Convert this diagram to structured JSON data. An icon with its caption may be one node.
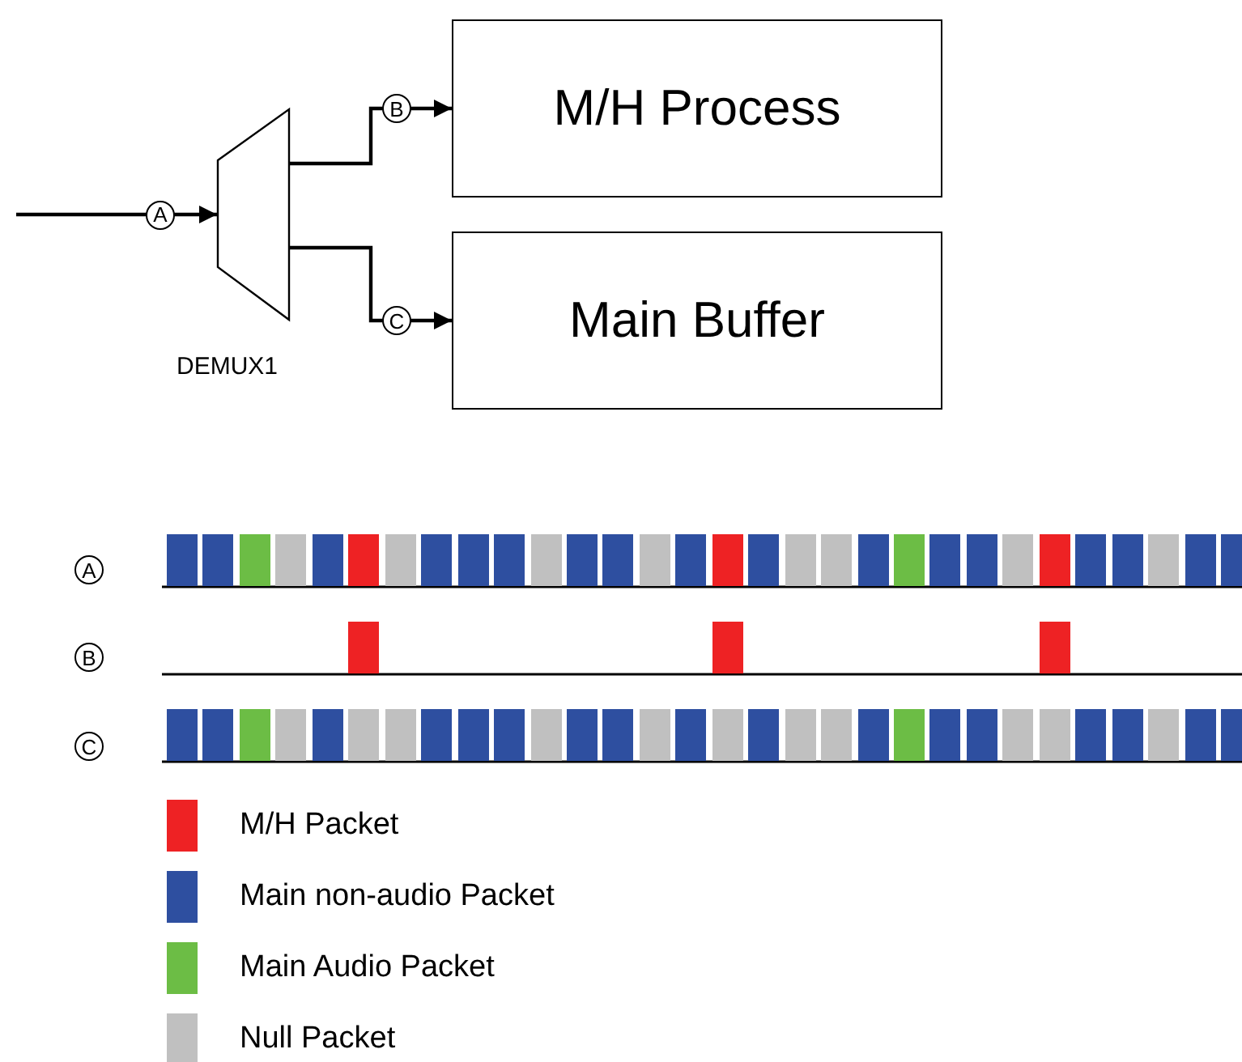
{
  "diagram": {
    "nodes": [
      {
        "text": [],
        "shape": "trapezoid",
        "beside": [
          "DEMUX1"
        ]
      },
      {
        "text": [
          "M/H Process"
        ]
      },
      {
        "text": [
          "Main Buffer"
        ]
      },
      {
        "text": [],
        "shape": "bar"
      },
      {
        "text": [],
        "shape": "bar"
      },
      {
        "text": [],
        "shape": "bar"
      },
      {
        "text": [],
        "shape": "bar"
      },
      {
        "text": [],
        "shape": "bar"
      },
      {
        "text": [],
        "shape": "bar"
      },
      {
        "text": [],
        "shape": "bar"
      },
      {
        "text": [],
        "shape": "bar"
      },
      {
        "text": [],
        "shape": "bar"
      },
      {
        "text": [],
        "shape": "bar"
      },
      {
        "text": [],
        "shape": "bar"
      },
      {
        "text": [],
        "shape": "bar"
      },
      {
        "text": [],
        "shape": "bar"
      },
      {
        "text": [],
        "shape": "bar"
      },
      {
        "text": [],
        "shape": "bar"
      },
      {
        "text": [],
        "shape": "bar"
      },
      {
        "text": [],
        "shape": "bar"
      },
      {
        "text": [],
        "shape": "bar"
      },
      {
        "text": [],
        "shape": "bar"
      },
      {
        "text": [],
        "shape": "bar"
      },
      {
        "text": [],
        "shape": "bar"
      },
      {
        "text": [],
        "shape": "bar"
      },
      {
        "text": [],
        "shape": "bar"
      },
      {
        "text": [],
        "shape": "bar"
      },
      {
        "text": [],
        "shape": "bar"
      },
      {
        "text": [],
        "shape": "bar"
      },
      {
        "text": [],
        "shape": "bar"
      },
      {
        "text": [],
        "shape": "bar"
      },
      {
        "text": [],
        "shape": "bar"
      },
      {
        "text": [],
        "shape": "bar"
      },
      {
        "text": [],
        "shape": "bar"
      },
      {
        "text": [],
        "shape": "bar"
      },
      {
        "text": [],
        "shape": "bar"
      },
      {
        "text": [],
        "shape": "bar"
      },
      {
        "text": [],
        "shape": "bar"
      },
      {
        "text": [],
        "shape": "bar"
      },
      {
        "text": [],
        "shape": "bar"
      },
      {
        "text": [],
        "shape": "bar"
      },
      {
        "text": [],
        "shape": "bar"
      },
      {
        "text": [],
        "shape": "bar"
      },
      {
        "text": [],
        "shape": "bar"
      },
      {
        "text": [],
        "shape": "bar"
      },
      {
        "text": [],
        "shape": "bar"
      },
      {
        "text": [],
        "shape": "bar"
      },
      {
        "text": [],
        "shape": "bar"
      },
      {
        "text": [],
        "shape": "bar"
      },
      {
        "text": [],
        "shape": "bar"
      },
      {
        "text": [],
        "shape": "bar"
      },
      {
        "text": [],
        "shape": "bar"
      },
      {
        "text": [],
        "shape": "bar"
      },
      {
        "text": [],
        "shape": "bar"
      },
      {
        "text": [],
        "shape": "bar"
      },
      {
        "text": [],
        "shape": "bar"
      },
      {
        "text": [],
        "shape": "bar"
      },
      {
        "text": [],
        "shape": "bar"
      },
      {
        "text": [],
        "shape": "bar"
      },
      {
        "text": [],
        "shape": "bar"
      },
      {
        "text": [],
        "shape": "bar"
      },
      {
        "text": [],
        "shape": "bar"
      },
      {
        "text": [],
        "shape": "bar"
      },
      {
        "text": [],
        "shape": "bar"
      },
      {
        "text": [],
        "shape": "bar"
      },
      {
        "text": [],
        "shape": "bar"
      }
    ],
    "edges": [
      {
        "from": null,
        "to": 0,
        "arrow": "to",
        "label": "A"
      },
      {
        "from": 0,
        "to": 1,
        "arrow": "to",
        "label": "B"
      },
      {
        "from": 0,
        "to": 2,
        "arrow": "to",
        "label": "C"
      }
    ],
    "labels": [
      "A",
      "B",
      "C"
    ],
    "legend": [
      {
        "text": "M/H Packet",
        "color": "#ee2224"
      },
      {
        "text": "Main non-audio Packet",
        "color": "#2e4fa0"
      },
      {
        "text": "Main Audio Packet",
        "color": "#6cbd45"
      },
      {
        "text": "Null Packet",
        "color": "#c0c0c0"
      }
    ]
  }
}
